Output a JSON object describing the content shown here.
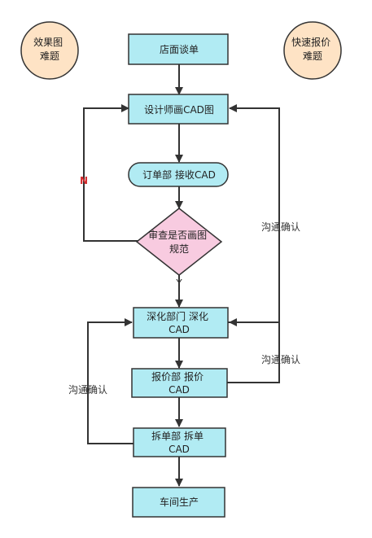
{
  "notes": {
    "left": [
      "效果图",
      "难题"
    ],
    "right": [
      "快速报价",
      "难题"
    ]
  },
  "nodes": {
    "store": [
      "店面谈单"
    ],
    "design": [
      "设计师画CAD图"
    ],
    "order": [
      "订单部 接收CAD"
    ],
    "review": [
      "审查是否画图",
      "规范"
    ],
    "deepen": [
      "深化部门 深化",
      "CAD"
    ],
    "quote": [
      "报价部 报价",
      "CAD"
    ],
    "split": [
      "拆单部 拆单",
      "CAD"
    ],
    "workshop": [
      "车间生产"
    ]
  },
  "edge_labels": {
    "no": "N",
    "yes": "Y",
    "communicate_right_upper": "沟通确认",
    "communicate_right_lower": "沟通确认",
    "communicate_left": "沟通确认"
  },
  "colors": {
    "box_fill": "#b1ebf3",
    "circle_fill": "#fee3c5",
    "diamond_fill": "#f8cbe0",
    "no_label": "#d3292c",
    "stroke": "#333333"
  }
}
